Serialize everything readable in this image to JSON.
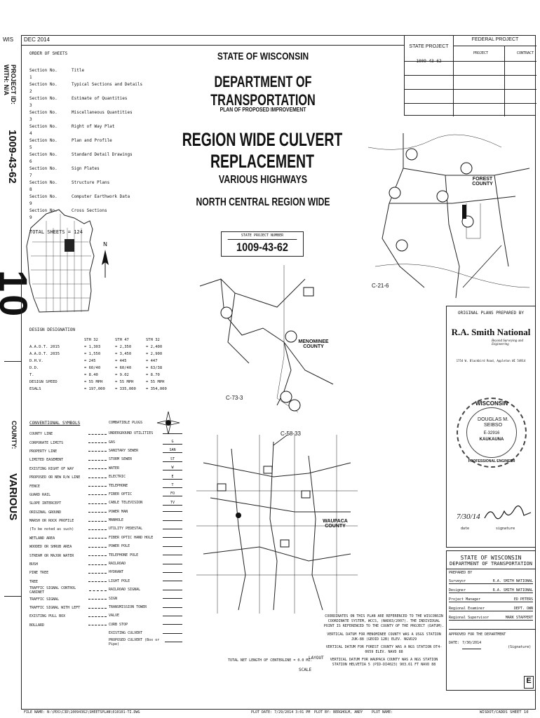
{
  "sidebar": {
    "wis": "WIS",
    "project_id_label": "PROJECT ID:",
    "with_label": "WITH:",
    "with_value": "N/A",
    "project_id": "1009-43-62",
    "big_number": "10",
    "county_label": "COUNTY:",
    "county_value": "VARIOUS"
  },
  "header": {
    "date": "DEC 2014",
    "state": "STATE OF WISCONSIN",
    "department": "DEPARTMENT OF TRANSPORTATION",
    "plan_of": "PLAN OF PROPOSED IMPROVEMENT",
    "project_title": "REGION WIDE CULVERT REPLACEMENT",
    "highways": "VARIOUS HIGHWAYS",
    "region": "NORTH CENTRAL REGION WIDE",
    "state_project_number_label": "STATE PROJECT NUMBER",
    "state_project_number": "1009-43-62"
  },
  "project_box": {
    "state_project": "STATE PROJECT",
    "federal_project": "FEDERAL PROJECT",
    "project_col": "PROJECT",
    "contract_col": "CONTRACT",
    "state_project_value": "1009-43-62"
  },
  "order_of_sheets": {
    "heading": "ORDER OF SHEETS",
    "sections": [
      {
        "num": "Section No. 1",
        "name": "Title"
      },
      {
        "num": "Section No. 2",
        "name": "Typical Sections and Details"
      },
      {
        "num": "Section No. 3",
        "name": "Estimate of Quantities"
      },
      {
        "num": "Section No. 3",
        "name": "Miscellaneous Quantities"
      },
      {
        "num": "Section No. 4",
        "name": "Right of Way Plat"
      },
      {
        "num": "Section No. 5",
        "name": "Plan and Profile"
      },
      {
        "num": "Section No. 6",
        "name": "Standard Detail Drawings"
      },
      {
        "num": "Section No. 7",
        "name": "Sign Plates"
      },
      {
        "num": "Section No. 8",
        "name": "Structure Plans"
      },
      {
        "num": "Section No. 9",
        "name": "Computer Earthwork Data"
      },
      {
        "num": "Section No. 9",
        "name": "Cross Sections"
      }
    ],
    "total_sheets": "TOTAL SHEETS = 124"
  },
  "design_designation": {
    "heading": "DESIGN DESIGNATION",
    "columns": [
      "STH 32",
      "STH 47",
      "STH 32"
    ],
    "rows": [
      {
        "label": "A.A.D.T. 2015",
        "values": [
          "= 1,303",
          "= 2,350",
          "= 2,400"
        ]
      },
      {
        "label": "A.A.D.T. 2035",
        "values": [
          "= 1,550",
          "= 3,450",
          "= 2,900"
        ]
      },
      {
        "label": "D.H.V.",
        "values": [
          "= 245",
          "= 445",
          "= 447"
        ]
      },
      {
        "label": "D.D.",
        "values": [
          "= 60/40",
          "= 60/40",
          "= 63/38"
        ]
      },
      {
        "label": "T.",
        "values": [
          "= 8.40",
          "= 9.02",
          "= 8.70"
        ]
      },
      {
        "label": "DESIGN SPEED",
        "values": [
          "= 55 MPH",
          "= 55 MPH",
          "= 55 MPH"
        ]
      },
      {
        "label": "ESALS",
        "values": [
          "= 197,000",
          "= 335,000",
          "= 354,000"
        ]
      }
    ]
  },
  "conventional_symbols": {
    "heading": "CONVENTIONAL SYMBOLS",
    "left": [
      "COUNTY LINE",
      "CORPORATE LIMITS",
      "PROPERTY LINE",
      "LIMITED EASEMENT",
      "EXISTING RIGHT OF WAY",
      "PROPOSED OR NEW R/W LINE",
      "FENCE",
      "GUARD RAIL",
      "SLOPE INTERCEPT",
      "ORIGINAL GROUND",
      "MARSH OR ROCK PROFILE",
      "(To be noted as such)",
      "WETLAND AREA",
      "WOODED OR SHRUB AREA",
      "STREAM OR MAJOR WATER",
      "BUSH",
      "PINE TREE",
      "TREE",
      "TRAFFIC SIGNAL CONTROL CABINET",
      "TRAFFIC SIGNAL",
      "TRAFFIC SIGNAL WITH LEFT",
      "EXISTING PULL BOX",
      "BOLLARD"
    ],
    "right_heading": "COMBATIBLE PLUGS",
    "right": [
      "UNDERGROUND UTILITIES",
      "GAS",
      "SANITARY SEWER",
      "STORM SEWER",
      "WATER",
      "ELECTRIC",
      "TELEPHONE",
      "FIBER OPTIC",
      "CABLE TELEVISION",
      "POWER MAN",
      "MANHOLE",
      "UTILITY PEDESTAL",
      "FIBER OPTIC HAND HOLE",
      "POWER POLE",
      "TELEPHONE POLE",
      "RAILROAD",
      "HYDRANT",
      "LIGHT POLE",
      "RAILROAD SIGNAL",
      "SIGN",
      "TRANSMISSION TOWER",
      "VALVE",
      "CURB STOP",
      "EXISTING CULVERT",
      "PROPOSED CULVERT (Box or Pipe)"
    ],
    "right_codes": [
      "",
      "G",
      "SAN",
      "ST",
      "W",
      "E",
      "T",
      "FO",
      "TV",
      "",
      "",
      "",
      "",
      "",
      "",
      "",
      "",
      "",
      "",
      "",
      "",
      "",
      "",
      "",
      ""
    ]
  },
  "map_labels": {
    "menominee_county": "MENOMINEE\nCOUNTY",
    "waupaca_county": "WAUPACA\nCOUNTY",
    "forest_county": "FOREST\nCOUNTY",
    "c73_3": "C-73-3",
    "c58_33": "C-58-33",
    "c21_6": "C-21-6",
    "layout": "LAYOUT",
    "scale": "SCALE"
  },
  "prepared_by": {
    "heading": "ORIGINAL PLANS PREPARED BY",
    "firm": "R.A. Smith National",
    "tagline": "Beyond Surveying and Engineering",
    "address": "1754 W. Blackbird Road, Appleton WI 54914",
    "seal_top": "WISCONSIN",
    "seal_name": "DOUGLAS M. SEIBSO",
    "seal_no": "E-32916",
    "seal_city": "KAUKAUNA",
    "seal_bottom": "PROFESSIONAL ENGINEER",
    "date_label": "date",
    "signature_label": "signature",
    "signed_date": "7/30/14"
  },
  "state_box": {
    "line1": "STATE OF WISCONSIN",
    "line2": "DEPARTMENT OF TRANSPORTATION",
    "prepared_by": "PREPARED BY",
    "rows": [
      {
        "label": "Surveyor",
        "value": "R.A. SMITH NATIONAL"
      },
      {
        "label": "Designer",
        "value": "R.A. SMITH NATIONAL"
      },
      {
        "label": "Project Manager",
        "value": "ED PETERS"
      },
      {
        "label": "Regional Examiner",
        "value": "DEPT. OWN"
      },
      {
        "label": "Regional Supervisor",
        "value": "MARK STAPPERT"
      }
    ],
    "approved": "APPROVED FOR THE DEPARTMENT",
    "date_label": "DATE:",
    "date_value": "7/30/2014",
    "signature": "(Signature)",
    "e_mark": "E"
  },
  "notes": {
    "coordinates": "COORDINATES ON THIS PLAN ARE REFERENCED TO THE WISCONSIN COORDINATE SYSTEM, WCCS, (NAD83/2007). THE INDIVIDUAL POINT IS REFERENCED TO THE COUNTY OF THE PROJECT (DATUM).",
    "menominee_datum": "VERTICAL DATUM FOR MENOMINEE COUNTY WAS A USGS STATION JUK-88 (GEOID 12B) ELEV. NGVD29",
    "forest_datum": "VERTICAL DATUM FOR FOREST COUNTY WAS A NGS STATION DT4-0659 ELEV. NAVD 88",
    "waupaca_datum": "VERTICAL DATUM FOR WAUPACA COUNTY WAS A NGS STATION STATION HELVETIA 5 (PID-DI4023) 903.61 FT NAVD 88",
    "total_length": "TOTAL NET LENGTH OF CENTERLINE = 0.0 MI."
  },
  "footer": {
    "file_name": "FILE NAME: N:\\PDS\\C3D\\10094362\\SHEETSPLAN\\010101-TI.DWG",
    "plot_date": "PLOT DATE: 7/29/2014 3:01 PM",
    "plot_by": "PLOT BY: BERGHOLM, ANDY",
    "plot_name": "PLOT NAME:",
    "sheet": "WISDOT/CADDS SHEET 10"
  }
}
